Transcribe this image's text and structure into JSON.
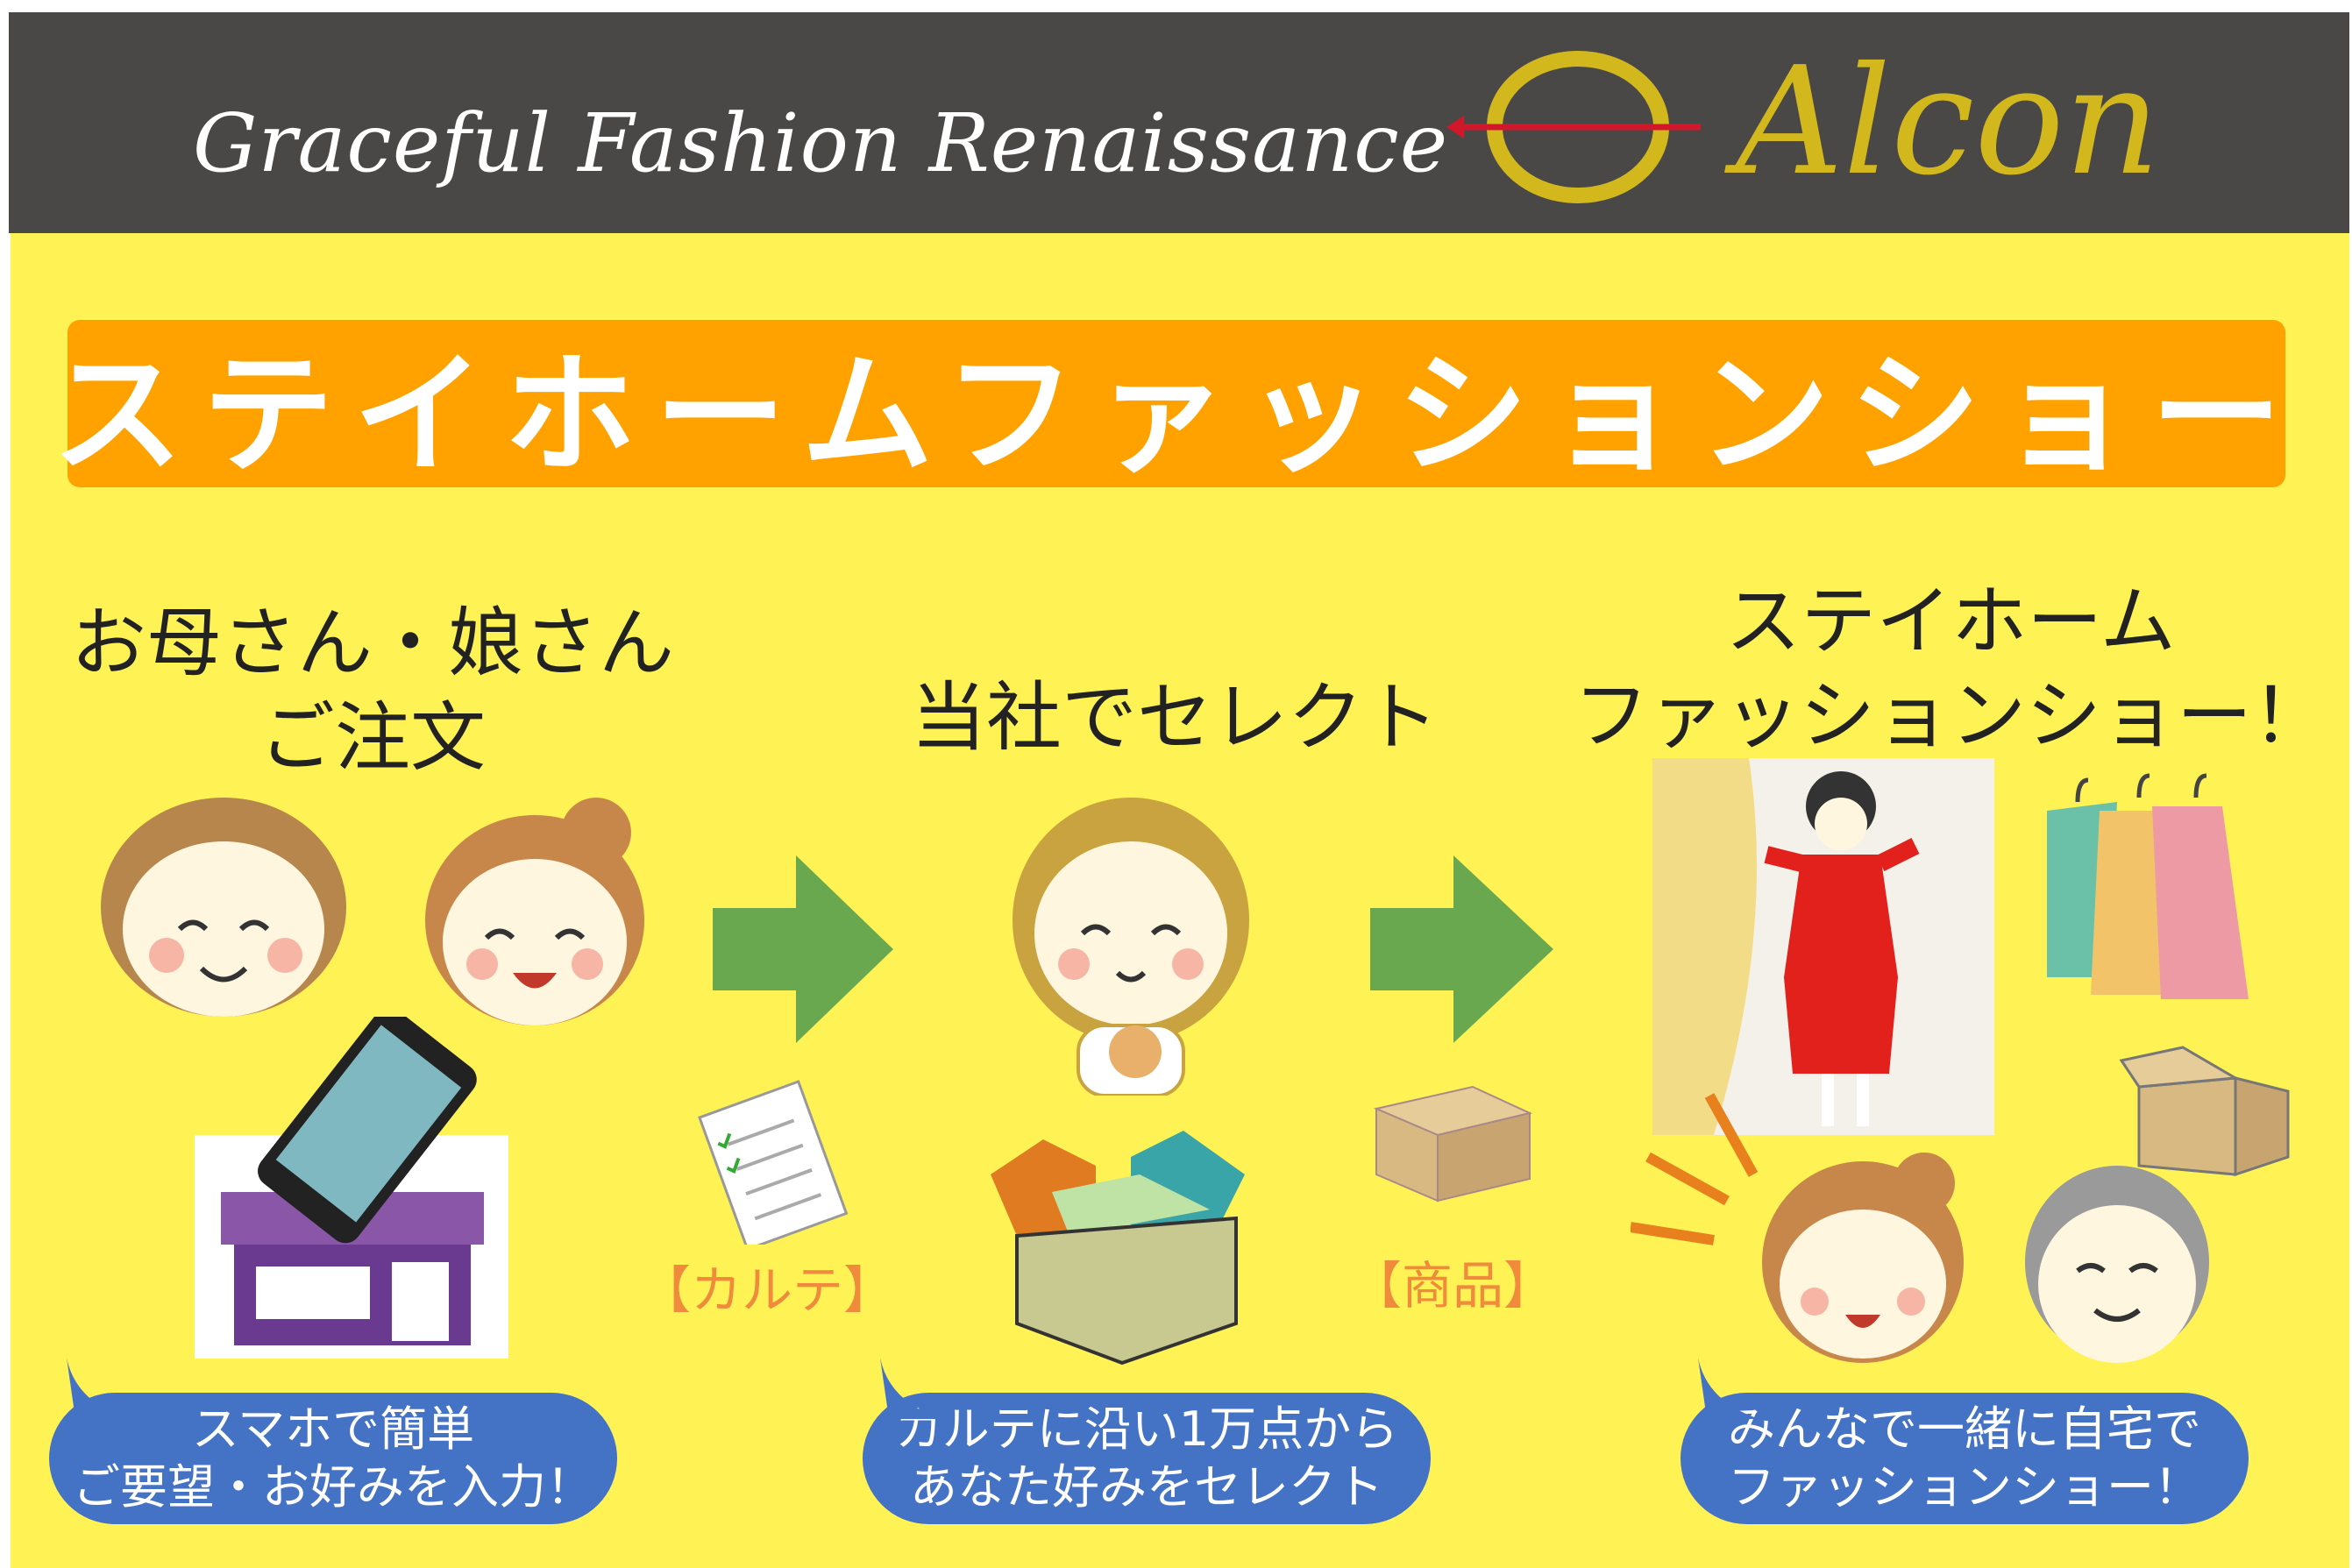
{
  "header": {
    "tagline": "Graceful Fashion Renaissance",
    "brand": "Alcon"
  },
  "banner": {
    "title": "ステイホームファッションショー"
  },
  "steps": [
    {
      "heading_line1": "お母さん・娘さん",
      "heading_line2": "ご注文",
      "bubble_line1": "スマホで簡単",
      "bubble_line2": "ご要望・お好みを入力！"
    },
    {
      "heading_line1": "当社でセレクト",
      "bubble_line1": "カルテに沿い1万点から",
      "bubble_line2": "あなた好みをセレクト"
    },
    {
      "heading_line1": "ステイホーム",
      "heading_line2": "ファッションショー！",
      "bubble_line1": "みんなで一緒に自宅で",
      "bubble_line2": "ファッションショー！"
    }
  ],
  "labels": {
    "karte": "【カルテ】",
    "product": "【商品】"
  },
  "colors": {
    "header": "#4a4847",
    "background": "#fff255",
    "banner": "#ffa200",
    "arrow": "#6aa84f",
    "bubble": "#4472c4",
    "label": "#f08a3c",
    "logo_gold": "#d2b81c"
  }
}
